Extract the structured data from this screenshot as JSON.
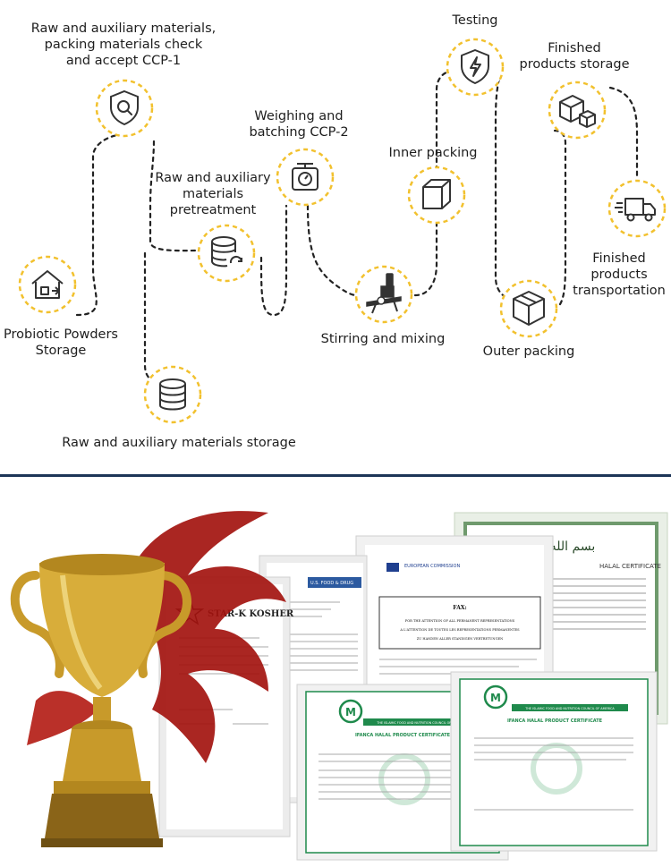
{
  "colors": {
    "accent": "#f2c12e",
    "line": "#222222",
    "divider": "#1d3557",
    "halal_green": "#1f8a4c",
    "trophy_gold": "#c89a2a",
    "ribbon_red": "#a3140f"
  },
  "steps": [
    {
      "id": "probiotic-powders-storage",
      "icon": "warehouse-icon",
      "lines": [
        "Probiotic Powders",
        "Storage"
      ]
    },
    {
      "id": "materials-storage",
      "icon": "database-icon",
      "lines": [
        "Raw and auxiliary materials storage"
      ]
    },
    {
      "id": "materials-check",
      "icon": "shield-search-icon",
      "lines": [
        "Raw and auxiliary materials,",
        "packing materials check",
        "and accept CCP-1"
      ]
    },
    {
      "id": "materials-pretreatment",
      "icon": "database-sync-icon",
      "lines": [
        "Raw and auxiliary",
        "materials",
        "pretreatment"
      ]
    },
    {
      "id": "weighing-batching",
      "icon": "scale-icon",
      "lines": [
        "Weighing and",
        "batching CCP-2"
      ]
    },
    {
      "id": "stirring-mixing",
      "icon": "mixer-icon",
      "lines": [
        "Stirring and mixing"
      ]
    },
    {
      "id": "inner-packing",
      "icon": "box-icon",
      "lines": [
        "Inner packing"
      ]
    },
    {
      "id": "testing",
      "icon": "shield-bolt-icon",
      "lines": [
        "Testing"
      ]
    },
    {
      "id": "outer-packing",
      "icon": "package-icon",
      "lines": [
        "Outer packing"
      ]
    },
    {
      "id": "finished-storage",
      "icon": "boxes-icon",
      "lines": [
        "Finished",
        "products storage"
      ]
    },
    {
      "id": "finished-transportation",
      "icon": "truck-icon",
      "lines": [
        "Finished",
        "products",
        "transportation"
      ]
    }
  ],
  "certificates": {
    "starK": {
      "brand": "STAR-K KOSHER"
    },
    "fda": {
      "header": "U.S. FOOD & DRUG"
    },
    "ec": {
      "header_1": "EUROPEAN COMMISSION",
      "fax": "FAX:",
      "line_1": "FOR THE ATTENTION OF ALL PERMANENT REPRESENTATIONS",
      "line_2": "A L'ATTENTION DE TOUTES LES REPRESENTATIONS PERMANENTES",
      "line_3": "ZU HANDEN ALLER STANDIGEN VERTRETUNGEN"
    },
    "halal_1": {
      "org": "THE ISLAMIC FOOD AND NUTRITION COUNCIL OF AMERICA",
      "title": "IFANCA HALAL PRODUCT CERTIFICATE"
    },
    "halal_2": {
      "org": "THE ISLAMIC FOOD AND NUTRITION COUNCIL OF AMERICA",
      "title": "IFANCA HALAL PRODUCT CERTIFICATE"
    },
    "halal_3": {
      "title": "HALAL CERTIFICATE"
    }
  }
}
